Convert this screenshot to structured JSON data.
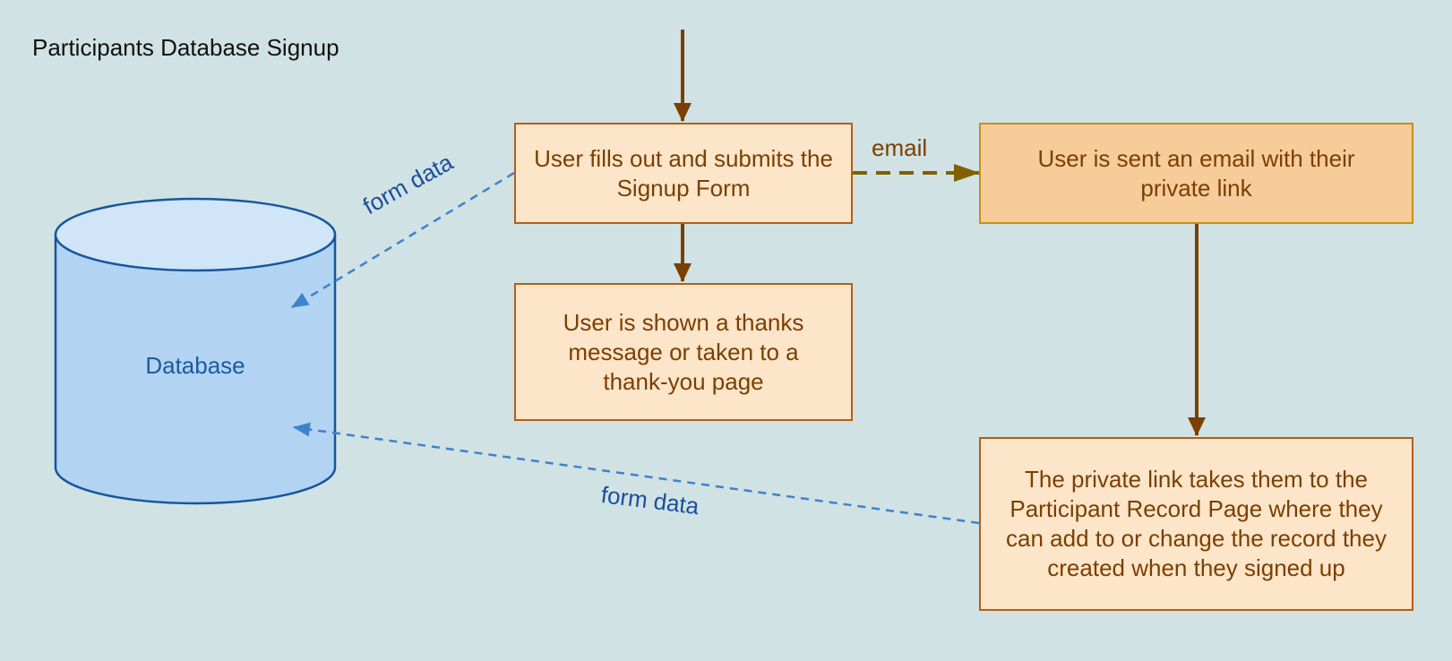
{
  "title": "Participants Database Signup",
  "database": {
    "label": "Database"
  },
  "nodes": {
    "signup_form": {
      "text": "User fills out and submits the Signup Form"
    },
    "thanks": {
      "text": "User is shown a thanks message or taken to a thank-you page"
    },
    "email_sent": {
      "text": "User is sent an email with their private link"
    },
    "record_page": {
      "text": "The private link takes them to the Participant Record Page where they can add to or change the record they created when they signed up"
    }
  },
  "edges": {
    "email_label": "email",
    "form_data_top": "form data",
    "form_data_bottom": "form data"
  },
  "colors": {
    "background": "#d1e2e5",
    "box_fill": "#fde5c9",
    "box_fill_highlight": "#f8cb9b",
    "box_border": "#b25f14",
    "arrow_brown": "#7b3f00",
    "arrow_email": "#806000",
    "database_fill": "#b3d3f2",
    "database_border": "#14579c",
    "dashed_blue": "#3d83cc"
  }
}
